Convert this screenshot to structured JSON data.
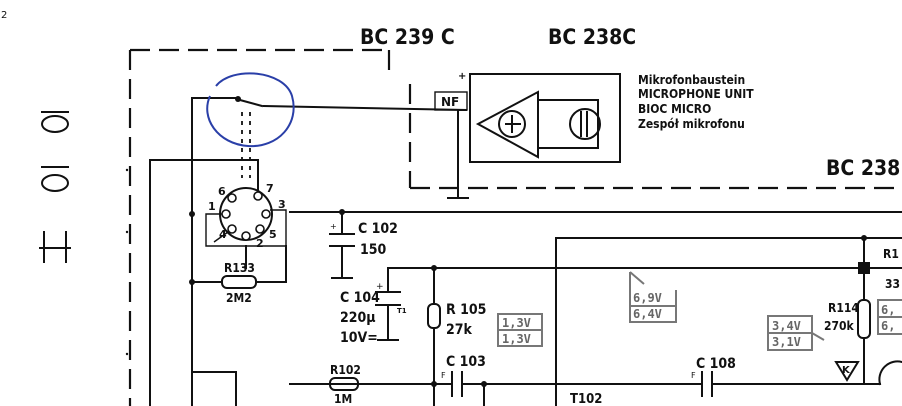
{
  "page_number": "2",
  "side_icons": [
    "ring-o",
    "ring-o",
    "bracket-symbol"
  ],
  "transistors": {
    "t1": "BC 239 C",
    "t2": "BC 238C",
    "t3": "BC 238"
  },
  "mic_unit": {
    "input_label": "NF",
    "names": [
      "Mikrofonbaustein",
      "MICROPHONE UNIT",
      "BIOC MICRO",
      "Zespół mikrofonu"
    ]
  },
  "connector_pins": [
    "6",
    "7",
    "1",
    "3",
    "4",
    "5",
    "2"
  ],
  "components": {
    "c102": {
      "name": "C 102",
      "value": "150"
    },
    "c104": {
      "name": "C 104",
      "value1": "220µ",
      "value2": "10V="
    },
    "r105": {
      "name": "R 105",
      "value": "27k"
    },
    "r133": {
      "name": "R133",
      "value": "2M2"
    },
    "c103": {
      "name": "C 103"
    },
    "r102": {
      "name": "R102",
      "value": "1M"
    },
    "c108": {
      "name": "C 108"
    },
    "t102": {
      "name": "T102"
    },
    "r114": {
      "name": "R114",
      "value": "270k"
    },
    "r1x": {
      "name": "R1",
      "value": "33"
    },
    "t1_mark": "T1"
  },
  "voltages": {
    "v1_top": "1,3V",
    "v1_bot": "1,3V",
    "v2_top": "6,9V",
    "v2_bot": "6,4V",
    "v3_top": "3,4V",
    "v3_bot": "3,1V",
    "v4_top": "6,",
    "v4_bot": "6,"
  },
  "marker_k": "K",
  "annotation_color": "#2a3fa8"
}
